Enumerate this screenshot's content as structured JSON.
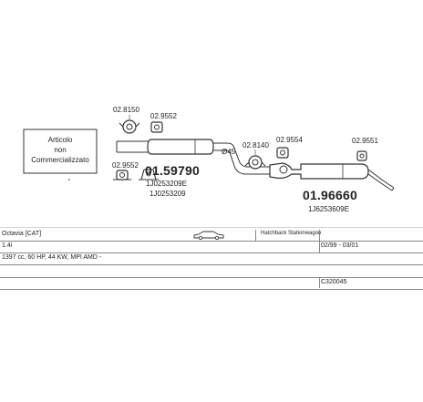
{
  "notice": {
    "line1": "Articolo",
    "line2": "non",
    "line3": "Commercializzato"
  },
  "parts": {
    "clamp_top": "02.8150",
    "hanger_top": "02.9552",
    "hanger_bottom": "02.9552",
    "diameter": "Ø45",
    "clamp_mid": "02.8140",
    "hanger_mid": "02.9554",
    "hanger_right": "02.9551",
    "front_silencer": {
      "number": "01.59790",
      "ref1": "1J0253209E",
      "ref2": "1J0253209"
    },
    "rear_silencer": {
      "number": "01.96660",
      "ref1": "1J6253609E"
    }
  },
  "table": {
    "model": "Octavia   [CAT]",
    "body_type": "Hatchback Stationwagon",
    "engine": "1.4i",
    "years": "02/99 - 03/01",
    "specs": "1397 cc, 60 HP, 44 KW, MPI AMD -",
    "code": "C320045"
  },
  "colors": {
    "line": "#333333",
    "rule": "#888888",
    "fill": "#ffffff"
  }
}
